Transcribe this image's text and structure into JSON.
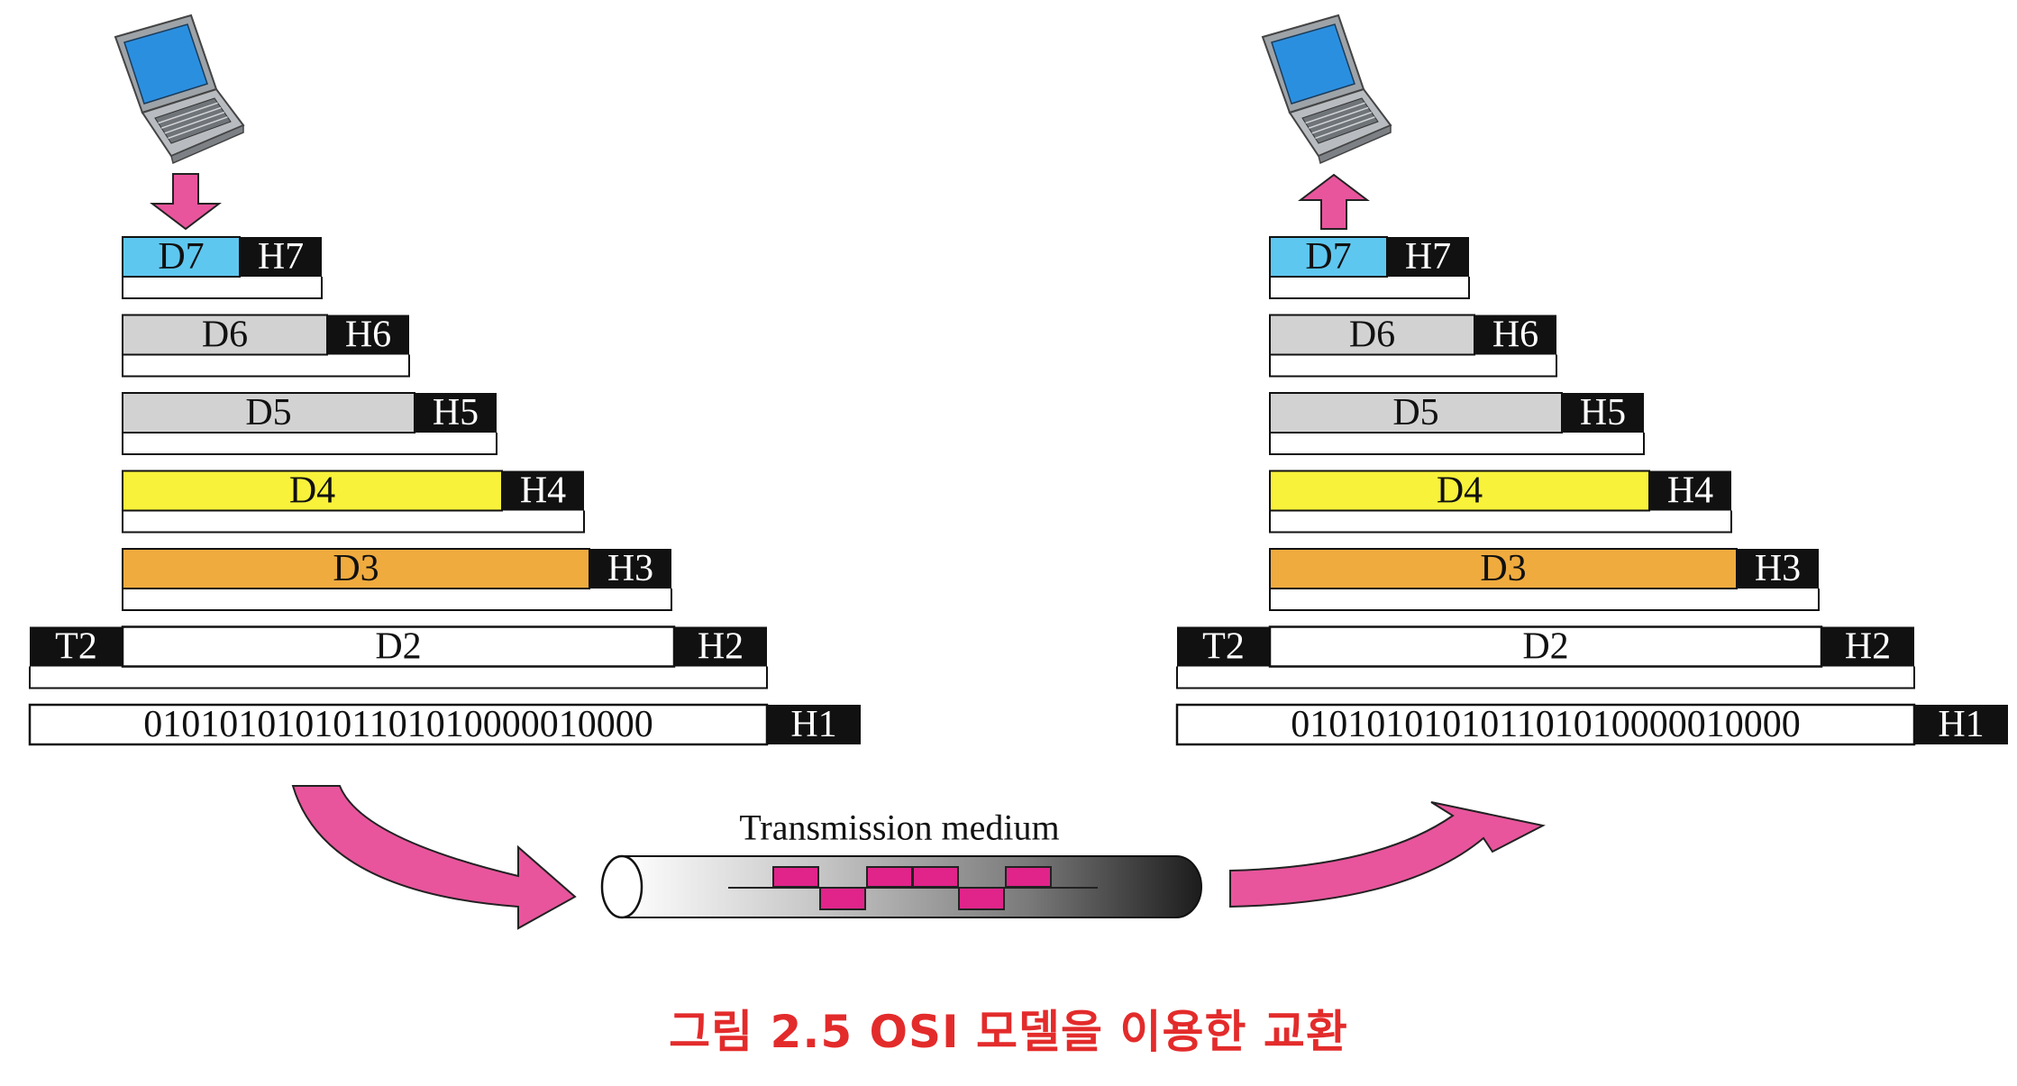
{
  "colors": {
    "d7": "#5ec7f0",
    "d6": "#d2d2d2",
    "d5": "#d2d2d2",
    "d4": "#f8f23a",
    "d3": "#f0ab3e",
    "header": "#111111",
    "arrow": "#e8559c",
    "signal": "#e0248a",
    "caption": "#e32b2b"
  },
  "icons": {
    "sender": "laptop-icon",
    "receiver": "laptop-icon",
    "down": "down-arrow-icon",
    "up": "up-arrow-icon"
  },
  "stack": {
    "rows": [
      {
        "data": "D7",
        "header": "H7",
        "color_key": "d7"
      },
      {
        "data": "D6",
        "header": "H6",
        "color_key": "d6"
      },
      {
        "data": "D5",
        "header": "H5",
        "color_key": "d5"
      },
      {
        "data": "D4",
        "header": "H4",
        "color_key": "d4"
      },
      {
        "data": "D3",
        "header": "H3",
        "color_key": "d3"
      }
    ],
    "layer2": {
      "trailer": "T2",
      "data": "D2",
      "header": "H2"
    },
    "layer1": {
      "bits": "010101010101101010000010000",
      "header": "H1"
    }
  },
  "medium": {
    "label": "Transmission medium"
  },
  "caption": "그림 2.5 OSI 모델을 이용한 교환"
}
